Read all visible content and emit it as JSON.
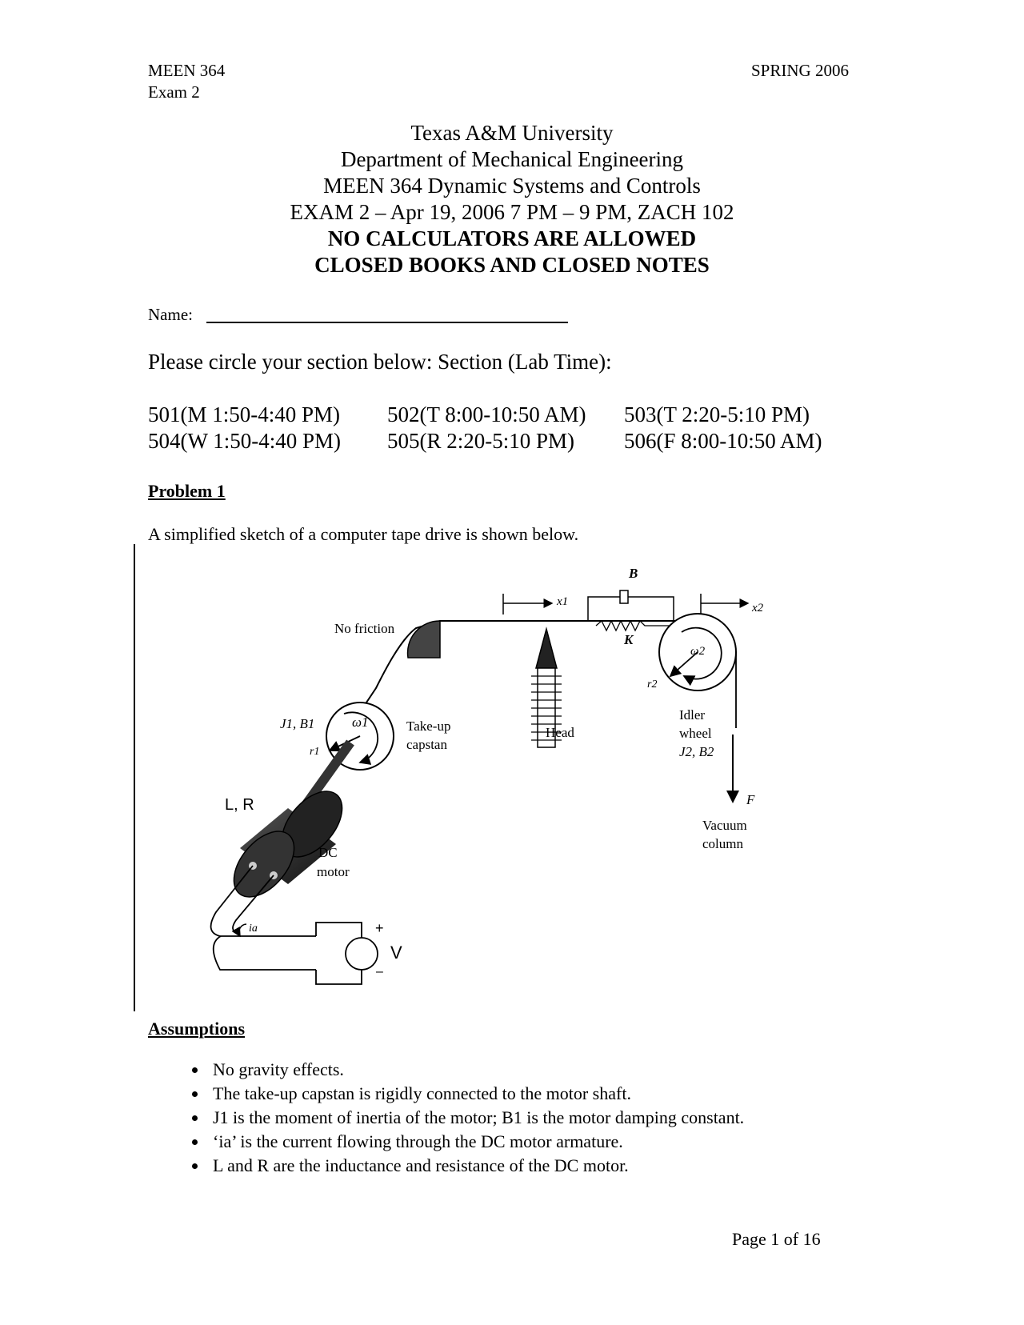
{
  "header": {
    "course": "MEEN 364",
    "exam": "Exam 2",
    "term": "SPRING 2006"
  },
  "title": {
    "line1": "Texas A&M University",
    "line2": "Department of Mechanical Engineering",
    "line3": "MEEN 364 Dynamic Systems and Controls",
    "line4": "EXAM 2 – Apr 19, 2006 7 PM – 9 PM, ZACH 102",
    "line5": "NO CALCULATORS ARE ALLOWED",
    "line6": "CLOSED BOOKS AND CLOSED NOTES"
  },
  "name_label": "Name:",
  "section_prompt": "Please circle your section below: Section (Lab Time):",
  "sections": [
    [
      "501(M 1:50-4:40 PM)",
      "502(T 8:00-10:50 AM)",
      "503(T 2:20-5:10 PM)"
    ],
    [
      "504(W 1:50-4:40 PM)",
      "505(R 2:20-5:10 PM)",
      "506(F 8:00-10:50 AM)"
    ]
  ],
  "problem": {
    "heading": "Problem 1",
    "intro": "A simplified sketch of a computer tape drive is shown below."
  },
  "figure": {
    "no_friction": "No friction",
    "j1b1": "J1, B1",
    "omega1": "ω1",
    "r1": "r1",
    "takeup1": "Take-up",
    "takeup2": "capstan",
    "head": "Head",
    "b": "B",
    "x1": "x1",
    "x2": "x2",
    "k": "K",
    "omega2": "ω2",
    "r2": "r2",
    "idler1": "Idler",
    "idler2": "wheel",
    "j2b2": "J2, B2",
    "f": "F",
    "vacuum1": "Vacuum",
    "vacuum2": "column",
    "lr": "L, R",
    "dc1": "DC",
    "dc2": "motor",
    "ia": "ia",
    "plus": "+",
    "v": "V",
    "minus": "–"
  },
  "assumptions": {
    "heading": "Assumptions",
    "items": [
      "No gravity effects.",
      "The take-up capstan is rigidly connected to the motor shaft.",
      "J1 is the moment of inertia of the motor; B1 is the motor damping constant.",
      "‘ia’ is the current flowing through the DC motor armature.",
      "L and R are the inductance and resistance of the DC motor."
    ]
  },
  "footer": {
    "page": "Page 1 of 16"
  }
}
